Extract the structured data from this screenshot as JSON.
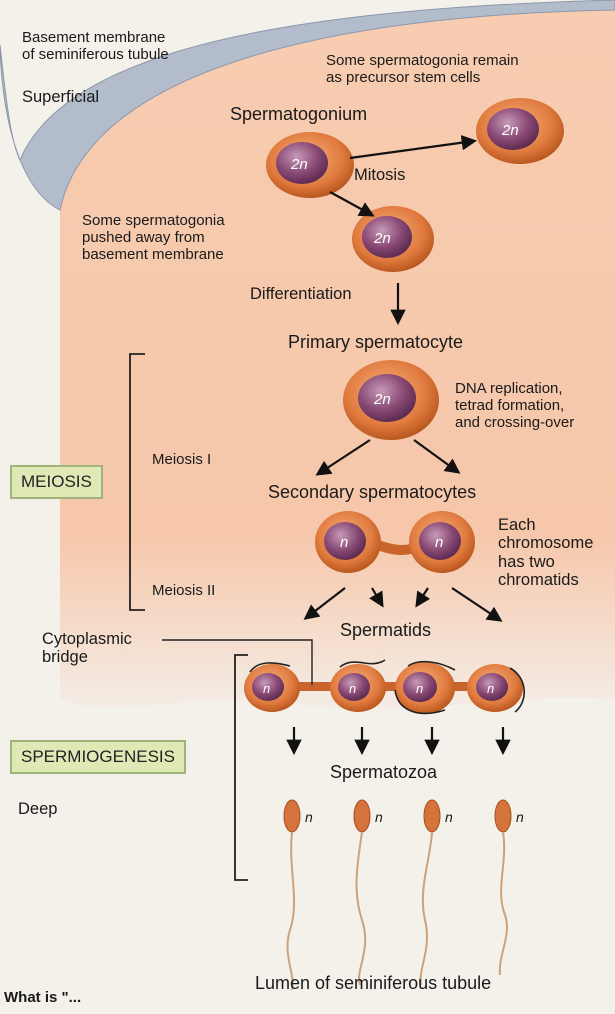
{
  "labels": {
    "basement_membrane": "Basement membrane\nof seminiferous tubule",
    "superficial": "Superficial",
    "stem_cells_note": "Some spermatogonia remain\nas precursor stem cells",
    "spermatogonium": "Spermatogonium",
    "mitosis": "Mitosis",
    "pushed_away_note": "Some spermatogonia\npushed away from\nbasement membrane",
    "differentiation": "Differentiation",
    "primary_spermatocyte": "Primary spermatocyte",
    "dna_replication": "DNA replication,\ntetrad formation,\nand crossing-over",
    "meiosis_i": "Meiosis I",
    "meiosis_box": "MEIOSIS",
    "secondary_spermatocytes": "Secondary spermatocytes",
    "chromatid_note": "Each\nchromosome\nhas two\nchromatids",
    "meiosis_ii": "Meiosis II",
    "cytoplasmic_bridge": "Cytoplasmic\nbridge",
    "spermatids": "Spermatids",
    "spermiogenesis_box": "SPERMIOGENESIS",
    "spermatozoa": "Spermatozoa",
    "deep": "Deep",
    "lumen": "Lumen of seminiferous tubule",
    "footer_fragment": "What is \"..."
  },
  "ploidy": {
    "diploid": "2n",
    "haploid": "n"
  },
  "colors": {
    "tissue": "#f6c7aa",
    "membrane": "#b3bccb",
    "cell_body": "#e07a3e",
    "nucleus": "#8a4a76",
    "box_fill": "#dfe9b6"
  }
}
